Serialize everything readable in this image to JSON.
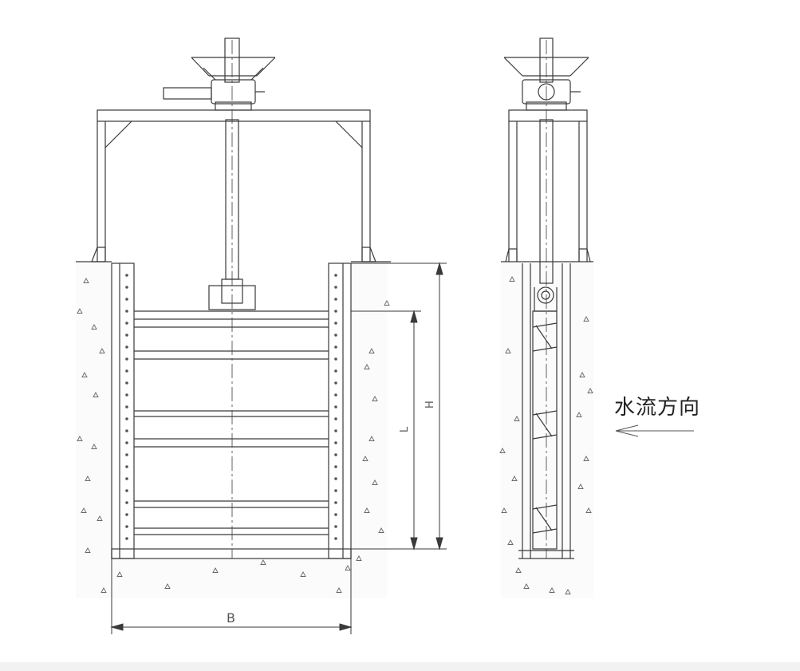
{
  "dimensions": {
    "width_label": "B",
    "height_label": "H",
    "length_label": "L"
  },
  "annotations": {
    "flow_direction": "水流方向"
  },
  "colors": {
    "line": "#3a3a3a",
    "concrete_dot": "#9a9a9a",
    "background": "#ffffff"
  }
}
